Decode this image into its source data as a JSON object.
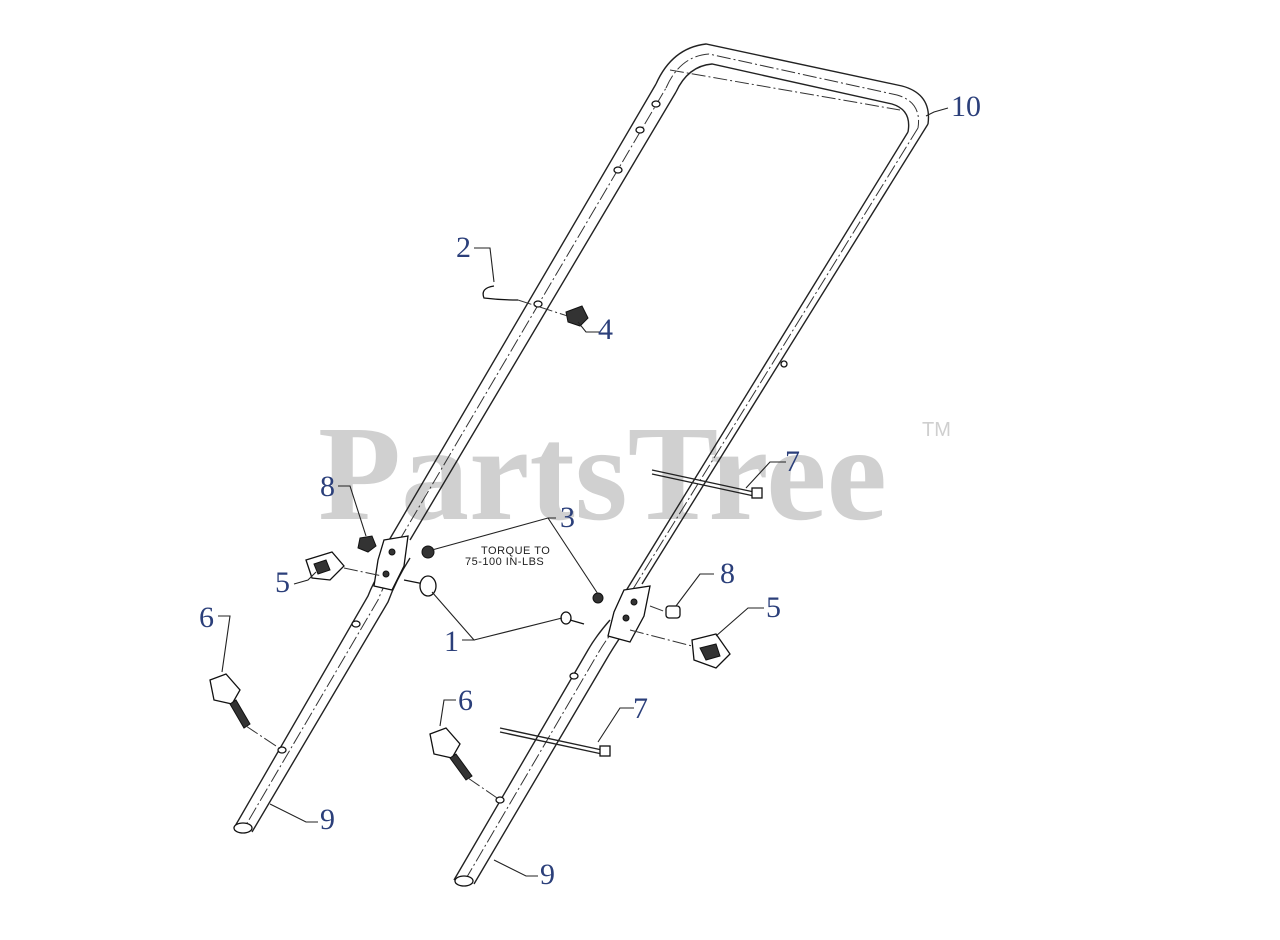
{
  "watermark": {
    "text": "PartsTree",
    "tm": "TM"
  },
  "note": {
    "line1": "TORQUE TO",
    "line2": "75-100 IN-LBS"
  },
  "callouts": [
    "10",
    "2",
    "4",
    "7",
    "8",
    "3",
    "5",
    "1",
    "8",
    "5",
    "6",
    "6",
    "7",
    "9",
    "9"
  ],
  "colors": {
    "callout": "#2b3f7a",
    "watermark": "#d0d0d0",
    "line": "#222222"
  }
}
